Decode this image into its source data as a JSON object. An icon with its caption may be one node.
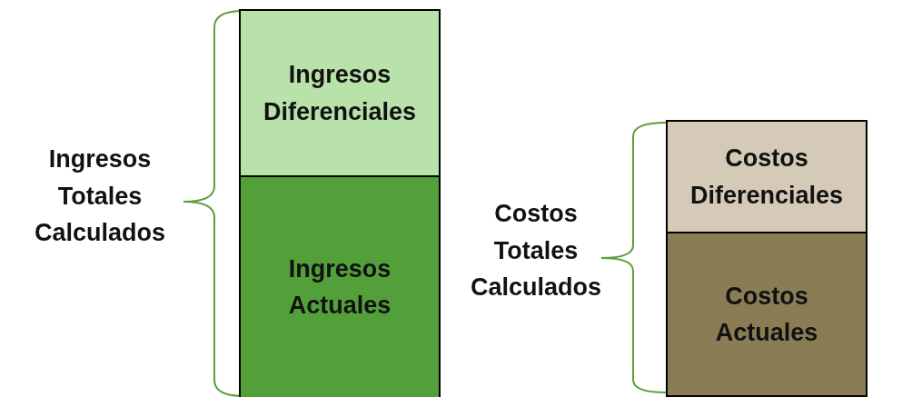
{
  "diagram": {
    "nodes": [
      {
        "text": [
          "Ingresos Diferenciales"
        ]
      },
      {
        "text": [
          "Ingresos Actuales"
        ]
      },
      {
        "text": [
          "Costos Diferenciales"
        ]
      },
      {
        "text": [
          "Costos Actuales"
        ]
      }
    ],
    "labels": [
      "Ingresos Totales Calculados",
      "Costos Totales Calculados"
    ]
  }
}
